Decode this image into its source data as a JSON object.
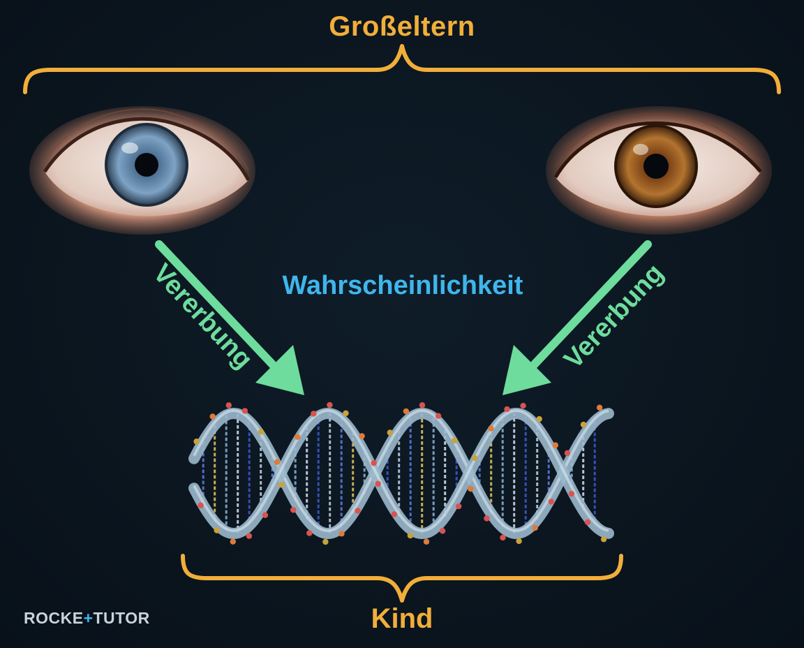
{
  "labels": {
    "top": "Großeltern",
    "bottom": "Kind",
    "center": "Wahrscheinlichkeit",
    "inherit_left": "Vererbung",
    "inherit_right": "Vererbung"
  },
  "logo": {
    "text_a": "ROCKE",
    "text_plus": "+",
    "text_b": "TUTOR"
  },
  "images": {
    "left_eye": "blue-eye",
    "right_eye": "brown-eye",
    "center": "dna-double-helix"
  },
  "colors": {
    "background": "#0b1620",
    "bracket": "#f2ae3a",
    "arrow": "#6ddc9d",
    "probability": "#3fb6ec",
    "left_iris": "#5d83a8",
    "right_iris": "#8a4f1e"
  }
}
